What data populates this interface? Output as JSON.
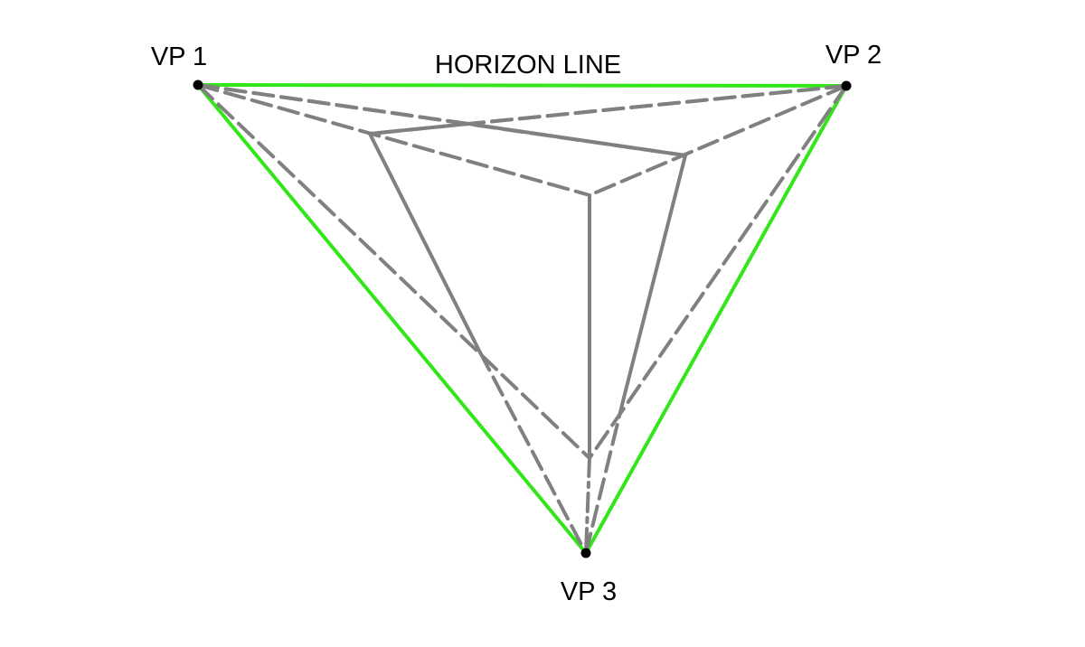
{
  "labels": {
    "horizon": "HORIZON LINE",
    "vp1": "VP 1",
    "vp2": "VP 2",
    "vp3": "VP 3"
  },
  "colors": {
    "horizon_triangle": "#33e61a",
    "construction": "#808080",
    "vanishing_point": "#000000",
    "background": "#ffffff"
  }
}
